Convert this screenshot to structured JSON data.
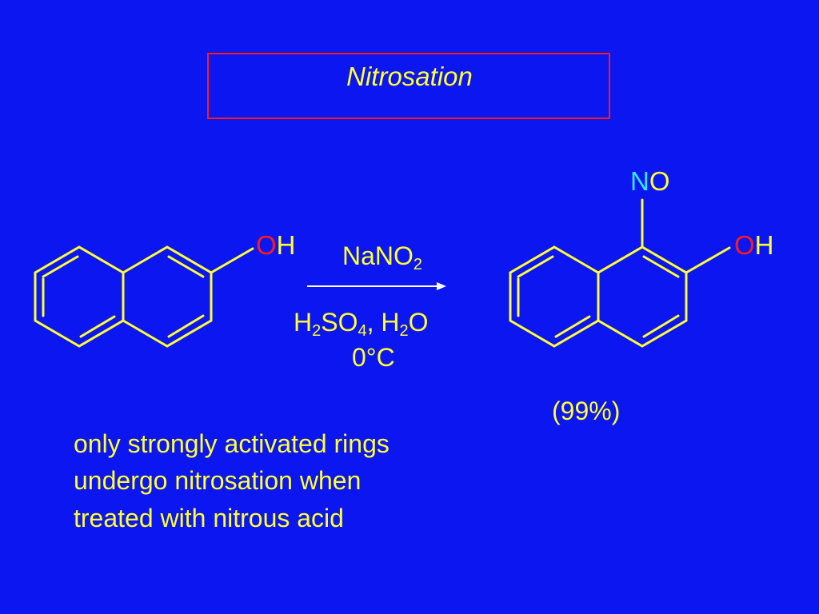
{
  "title": "Nitrosation",
  "reactant": {
    "substituent_atom": "O",
    "substituent_h": "H"
  },
  "reagents": {
    "above_arrow": {
      "main": "NaNO",
      "sub": "2"
    },
    "below_arrow_line1": {
      "p1": "H",
      "s1": "2",
      "p2": "SO",
      "s2": "4",
      "p3": ", H",
      "s3": "2",
      "p4": "O"
    },
    "below_arrow_line2": "0°C"
  },
  "product": {
    "nitroso_n": "N",
    "nitroso_o": "O",
    "hydroxyl_o": "O",
    "hydroxyl_h": "H"
  },
  "yield": "(99%)",
  "note": "only strongly activated rings undergo nitrosation when treated with nitrous acid",
  "colors": {
    "background": "#0b16f0",
    "text": "#ffff33",
    "oxygen": "#ff1a1a",
    "nitrogen": "#33e6ff",
    "title_border": "#ff1a1a",
    "bonds": "#ffff33",
    "arrow": "#ffffff"
  }
}
